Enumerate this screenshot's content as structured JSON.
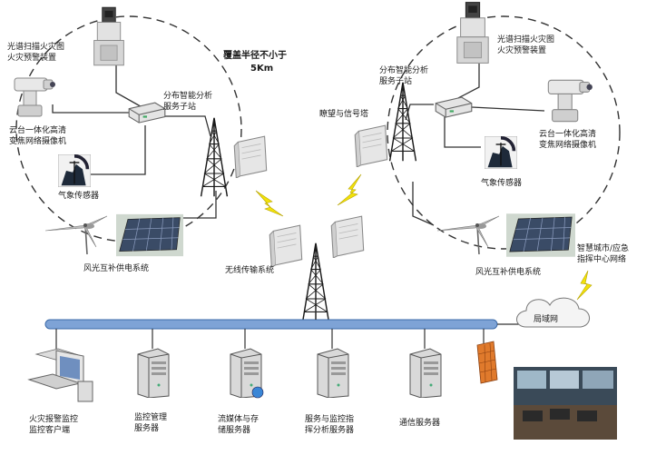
{
  "labels": {
    "left_scanner": "光谱扫描火灾图\n火灾预警装置",
    "left_ptz_camera": "云台一体化高清\n变焦网络摄像机",
    "left_weather_sensor": "气象传感器",
    "left_station": "分布智能分析\n服务子站",
    "left_power": "风光互补供电系统",
    "coverage": "覆盖半径不小于",
    "coverage_km": "5Km",
    "relay_tower": "瞭望与信号塔",
    "wireless_system": "无线传输系统",
    "right_station": "分布智能分析\n服务子站",
    "right_scanner": "光谱扫描火灾图\n火灾预警装置",
    "right_ptz_camera": "云台一体化高清\n变焦网络摄像机",
    "right_weather_sensor": "气象传感器",
    "right_power": "风光互补供电系统",
    "command_center_net": "智慧城市/应急\n指挥中心网络",
    "lan": "局域网",
    "client": "火灾报警监控\n监控客户端",
    "mgmt_server": "监控管理\n服务器",
    "media_server": "流媒体与存\n储服务器",
    "analysis_server": "服务与监控指\n挥分析服务器",
    "comm_server": "通信服务器"
  },
  "colors": {
    "bus": "#7ea3d6",
    "bus_edge": "#3b6aa8",
    "lightning": "#f2e20a",
    "line": "#333333",
    "firewall": "#e07a2c",
    "cloud": "#f4f4f4"
  },
  "icons": {
    "tower": "lattice-tower-icon",
    "server": "server-tower-icon",
    "camera": "ptz-camera-icon",
    "scanner": "spectral-scanner-icon",
    "sensor": "weather-sensor-icon",
    "turbine": "wind-turbine-icon",
    "solar": "solar-panel-icon",
    "radio": "radio-panel-icon",
    "station": "station-box-icon",
    "computer": "desktop-computer-icon",
    "firewall": "firewall-icon",
    "cloud": "cloud-icon",
    "control_room": "control-room-photo-icon"
  }
}
